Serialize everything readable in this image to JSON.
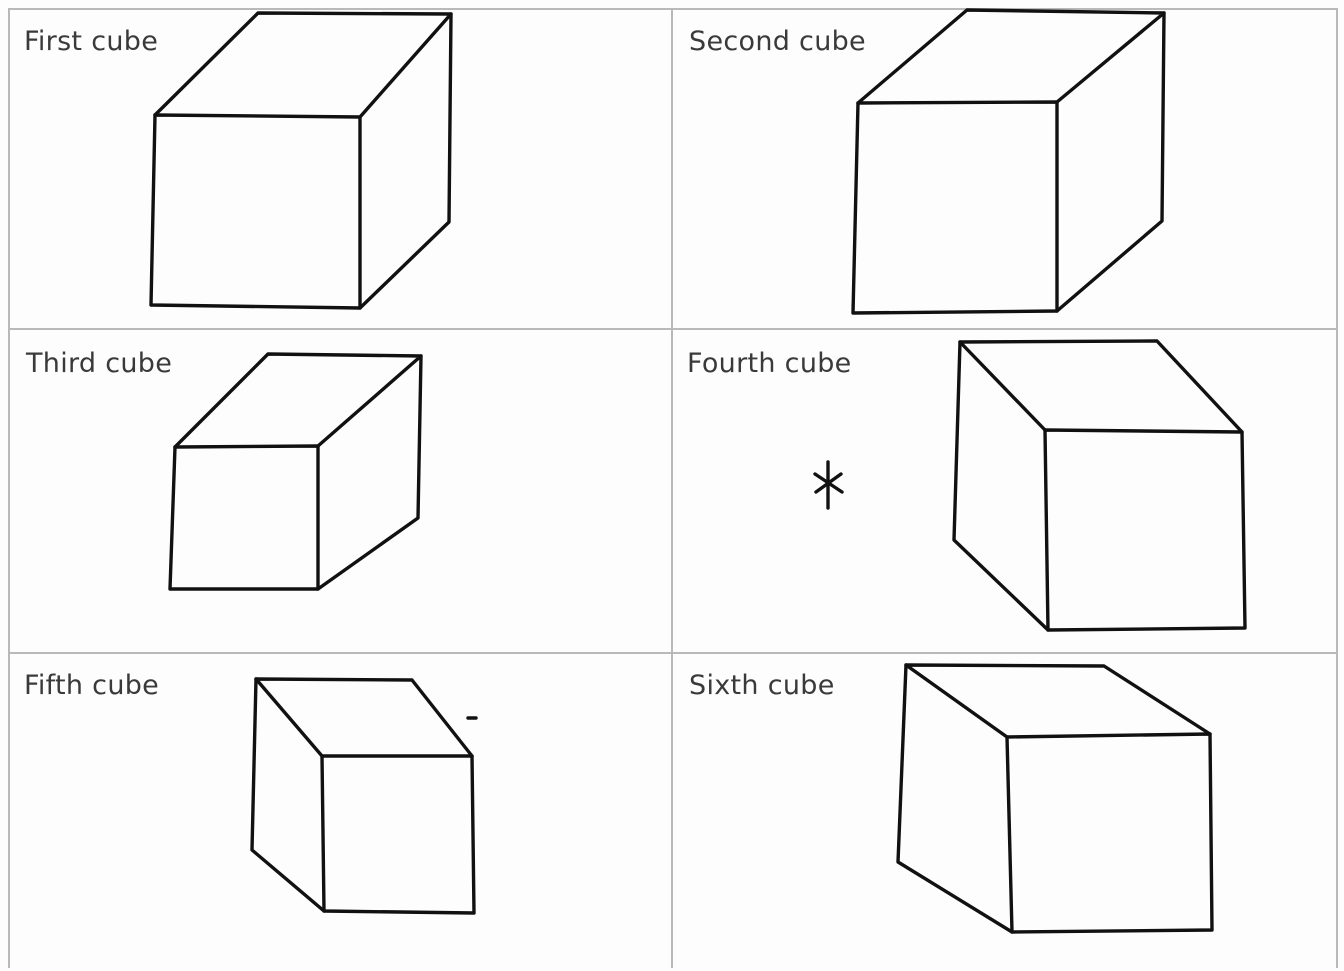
{
  "cells": [
    {
      "label": "First cube"
    },
    {
      "label": "Second cube"
    },
    {
      "label": "Third cube"
    },
    {
      "label": "Fourth cube"
    },
    {
      "label": "Fifth cube"
    },
    {
      "label": "Sixth cube"
    }
  ]
}
